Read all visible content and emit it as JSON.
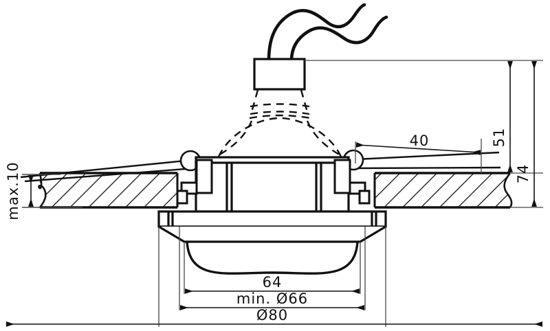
{
  "drawing": {
    "title": "Recessed downlight sectional drawing",
    "type": "technical-engineering-drawing",
    "background_color": "#ffffff",
    "line_color": "#111111",
    "thin_line_color": "#444444"
  },
  "dimensions": {
    "ceiling_thickness": "max.10",
    "body_height_above_ceiling": "51",
    "total_height": "74",
    "spring_clip_length": "40",
    "lens_diameter": "64",
    "cutout_diameter": "min. Ø66",
    "outer_diameter": "Ø80"
  },
  "labels": {
    "max_ten": "max.10",
    "fifty_one": "51",
    "seventy_four": "74",
    "forty": "40",
    "sixty_four": "64",
    "min_d66": "min. Ø66",
    "d80": "Ø80"
  },
  "parts": {
    "connector_box": "terminal-block",
    "wires": "two-supply-wires",
    "lamp": "hidden-lamp-outline",
    "housing": "lamp-housing-body",
    "spring_clips": "mounting-spring-clips",
    "ceiling_panel": "hatched-ceiling-panel",
    "trim_ring": "trim-ring",
    "lens": "glass-lens-dome"
  }
}
